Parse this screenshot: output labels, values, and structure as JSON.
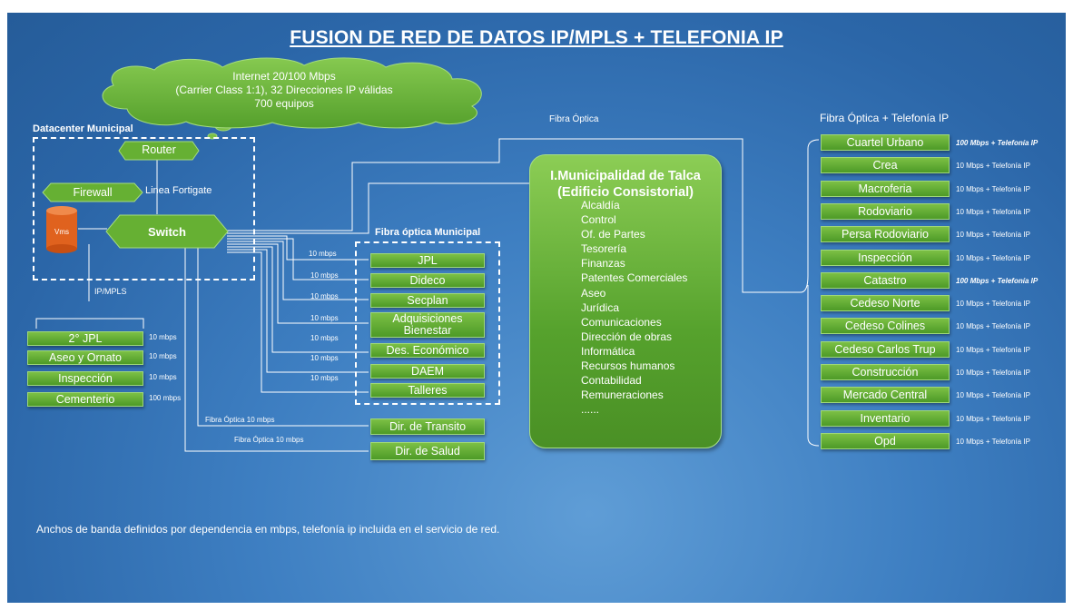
{
  "title": "FUSION DE RED DE DATOS IP/MPLS + TELEFONIA IP",
  "cloud": {
    "line1": "Internet 20/100 Mbps",
    "line2": "(Carrier Class 1:1), 32 Direcciones IP válidas",
    "line3": "700 equipos"
  },
  "datacenter": {
    "label": "Datacenter Municipal",
    "router": "Router",
    "firewall": "Firewall",
    "linea_fortigate": "Linea Fortigate",
    "vms": "Vms",
    "switch": "Switch"
  },
  "ipmpls": {
    "label": "IP/MPLS",
    "items": [
      {
        "name": "2° JPL",
        "bw": "10 mbps"
      },
      {
        "name": "Aseo y Ornato",
        "bw": "10 mbps"
      },
      {
        "name": "Inspección",
        "bw": "10 mbps"
      },
      {
        "name": "Cementerio",
        "bw": "100 mbps"
      }
    ]
  },
  "fibra_municipal": {
    "label": "Fibra óptica Municipal",
    "items": [
      {
        "name": "JPL",
        "bw": "10 mbps"
      },
      {
        "name": "Dideco",
        "bw": "10 mbps"
      },
      {
        "name": "Secplan",
        "bw": "10 mbps"
      },
      {
        "name": "Adquisiciones Bienestar",
        "bw": "10 mbps"
      },
      {
        "name": "Des. Económico",
        "bw": "10 mbps"
      },
      {
        "name": "DAEM",
        "bw": "10 mbps"
      },
      {
        "name": "Talleres",
        "bw": ""
      }
    ]
  },
  "extra": [
    {
      "name": "Dir. de Transito",
      "bw": "Fibra Óptica 10 mbps"
    },
    {
      "name": "Dir. de Salud",
      "bw": "Fibra Óptica 10 mbps"
    }
  ],
  "fibra_optica_label": "Fibra Óptica",
  "municipalidad": {
    "title1": "I.Municipalidad de Talca",
    "title2": "(Edificio Consistorial)",
    "items": [
      "Alcaldía",
      "Control",
      "Of. de Partes",
      "Tesorería",
      "Finanzas",
      "Patentes Comerciales",
      "Aseo",
      "Jurídica",
      "Comunicaciones",
      "Dirección de obras",
      "Informática",
      "Recursos humanos",
      "Contabilidad",
      "Remuneraciones",
      "......"
    ]
  },
  "fibra_telefonia": {
    "label": "Fibra Óptica + Telefonía IP",
    "items": [
      {
        "name": "Cuartel Urbano",
        "bw": "100 Mbps + Telefonía IP",
        "bold": true
      },
      {
        "name": "Crea",
        "bw": "10 Mbps + Telefonía IP",
        "bold": false
      },
      {
        "name": "Macroferia",
        "bw": "10 Mbps + Telefonía IP",
        "bold": false
      },
      {
        "name": "Rodoviario",
        "bw": "10 Mbps + Telefonía IP",
        "bold": false
      },
      {
        "name": "Persa Rodoviario",
        "bw": "10 Mbps + Telefonía IP",
        "bold": false
      },
      {
        "name": "Inspección",
        "bw": "10 Mbps + Telefonía IP",
        "bold": false
      },
      {
        "name": "Catastro",
        "bw": "100 Mbps + Telefonía IP",
        "bold": true
      },
      {
        "name": "Cedeso Norte",
        "bw": "10 Mbps + Telefonía IP",
        "bold": false
      },
      {
        "name": "Cedeso Colines",
        "bw": "10 Mbps + Telefonía IP",
        "bold": false
      },
      {
        "name": "Cedeso Carlos Trup",
        "bw": "10 Mbps + Telefonía IP",
        "bold": false
      },
      {
        "name": "Construcción",
        "bw": "10 Mbps + Telefonía IP",
        "bold": false
      },
      {
        "name": "Mercado Central",
        "bw": "10 Mbps + Telefonía IP",
        "bold": false
      },
      {
        "name": "Inventario",
        "bw": "10 Mbps + Telefonía IP",
        "bold": false
      },
      {
        "name": "Opd",
        "bw": "10 Mbps + Telefonía IP",
        "bold": false
      }
    ]
  },
  "footer": "Anchos de banda definidos por dependencia en mbps, telefonía ip incluida en el servicio de red.",
  "colors": {
    "background": "#3e7fc2",
    "box": "#5fa832",
    "text": "#ffffff"
  }
}
